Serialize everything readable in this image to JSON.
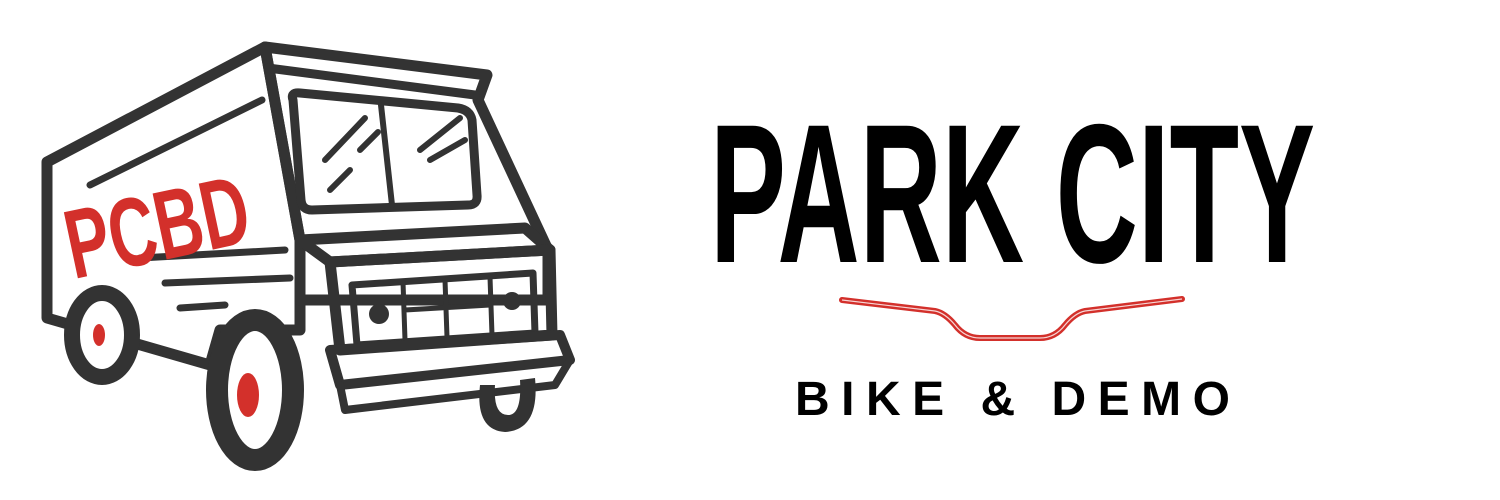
{
  "logo": {
    "truck_lettering": "PCBD",
    "title": "PARK CITY",
    "subtitle": "BIKE & DEMO"
  },
  "colors": {
    "accent": "#d3302b",
    "ink": "#333333",
    "text": "#000000",
    "background": "#ffffff"
  }
}
